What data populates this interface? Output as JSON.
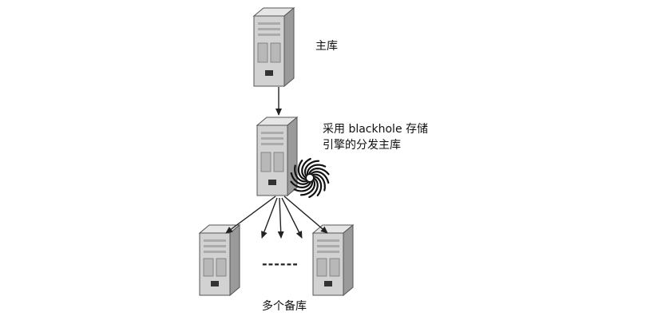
{
  "diagram": {
    "master_label": "主库",
    "distributor_label_line1": "采用 blackhole 存储",
    "distributor_label_line2": "引擎的分发主库",
    "replicas_label": "多个备库",
    "ellipsis": "------"
  },
  "colors": {
    "server_front": "#d4d4d4",
    "server_side": "#9e9e9e",
    "server_top": "#e8e8e8",
    "arrow": "#222222",
    "blackhole": "#111111"
  },
  "icons": {
    "server": "server-tower-icon",
    "blackhole": "blackhole-swirl-icon"
  }
}
